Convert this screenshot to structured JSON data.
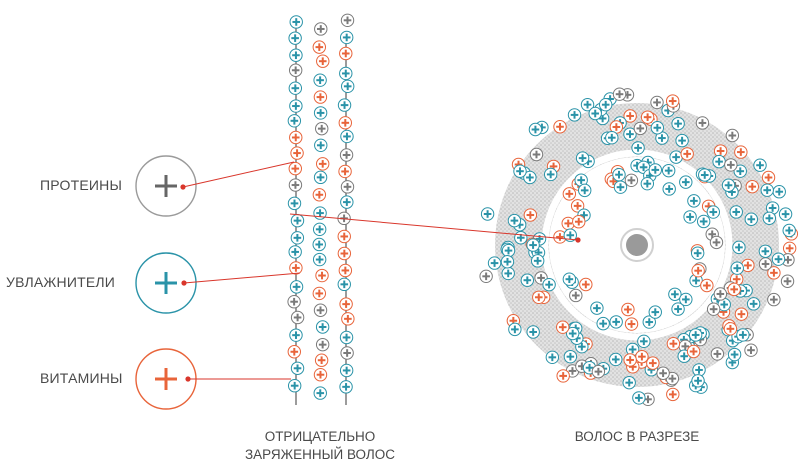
{
  "legend": [
    {
      "key": "proteins",
      "label": "ПРОТЕИНЫ",
      "color": "#7a7a7a"
    },
    {
      "key": "moisturizers",
      "label": "УВЛАЖНИТЕЛИ",
      "color": "#2a93a8"
    },
    {
      "key": "vitamins",
      "label": "ВИТАМИНЫ",
      "color": "#e8643a"
    }
  ],
  "captions": {
    "strand_line1": "ОТРИЦАТЕЛЬНО",
    "strand_line2": "ЗАРЯЖЕННЫЙ ВОЛОС",
    "cross_section": "ВОЛОС В РАЗРЕЗЕ"
  },
  "colors": {
    "protein": "#7a7a7a",
    "moisturizer": "#2a93a8",
    "vitamin": "#e8643a",
    "pointer": "#d9362b",
    "strand_line": "#555555",
    "cortex_fill": "#d3d3d3",
    "medulla": "#9a9a9a"
  },
  "icons": {
    "particle": "plus-in-circle-icon"
  }
}
